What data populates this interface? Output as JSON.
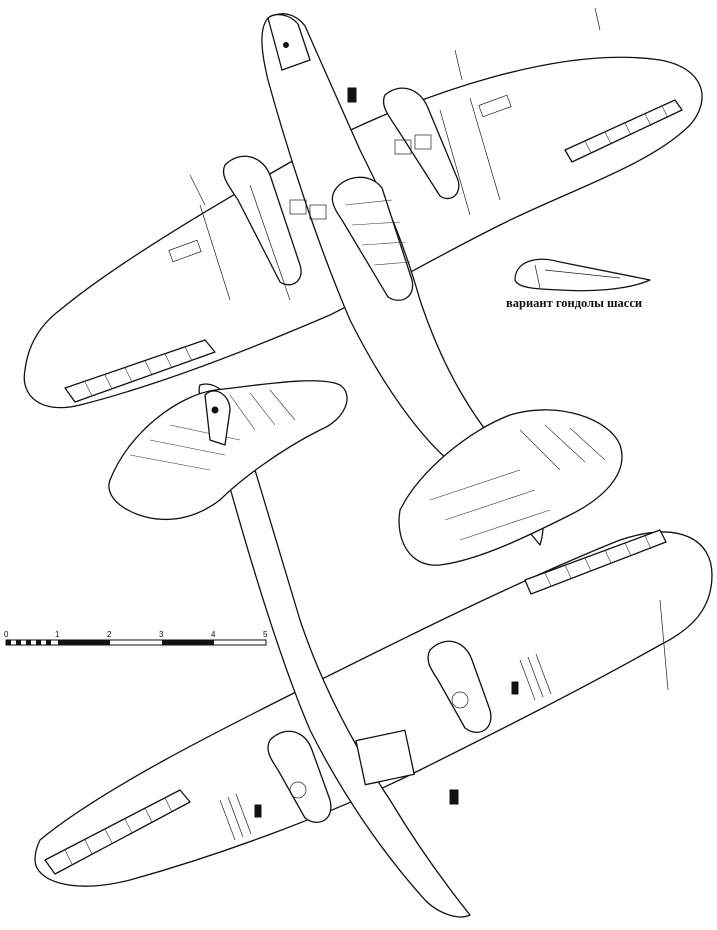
{
  "figure": {
    "caption": "вариант гондолы шасси",
    "scale_ticks": [
      "0",
      "1",
      "2",
      "3",
      "4",
      "5"
    ]
  }
}
